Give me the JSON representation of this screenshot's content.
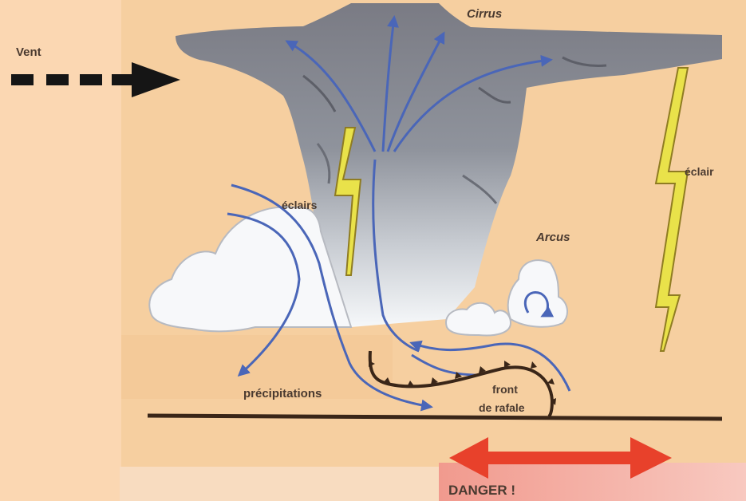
{
  "labels": {
    "vent": "Vent",
    "cirrus": "Cirrus",
    "eclairs": "éclairs",
    "eclair": "éclair",
    "arcus": "Arcus",
    "precipitations": "précipitations",
    "front_line1": "front",
    "front_line2": "de rafale",
    "danger": "DANGER !"
  },
  "colors": {
    "background_sand": "#f6cfa0",
    "left_strip": "#fbd7b2",
    "cloud_gray": "#7f8088",
    "cloud_light": "#f4f6f8",
    "air_flow_blue": "#4a66b8",
    "lightning_yellow": "#e9e24a",
    "gust_front": "#3a2618",
    "danger_red": "#e8412b"
  },
  "icons": {
    "wind_arrow": "dashed-arrow-right",
    "lightning": "lightning-bolt",
    "danger_range": "double-headed-arrow"
  }
}
